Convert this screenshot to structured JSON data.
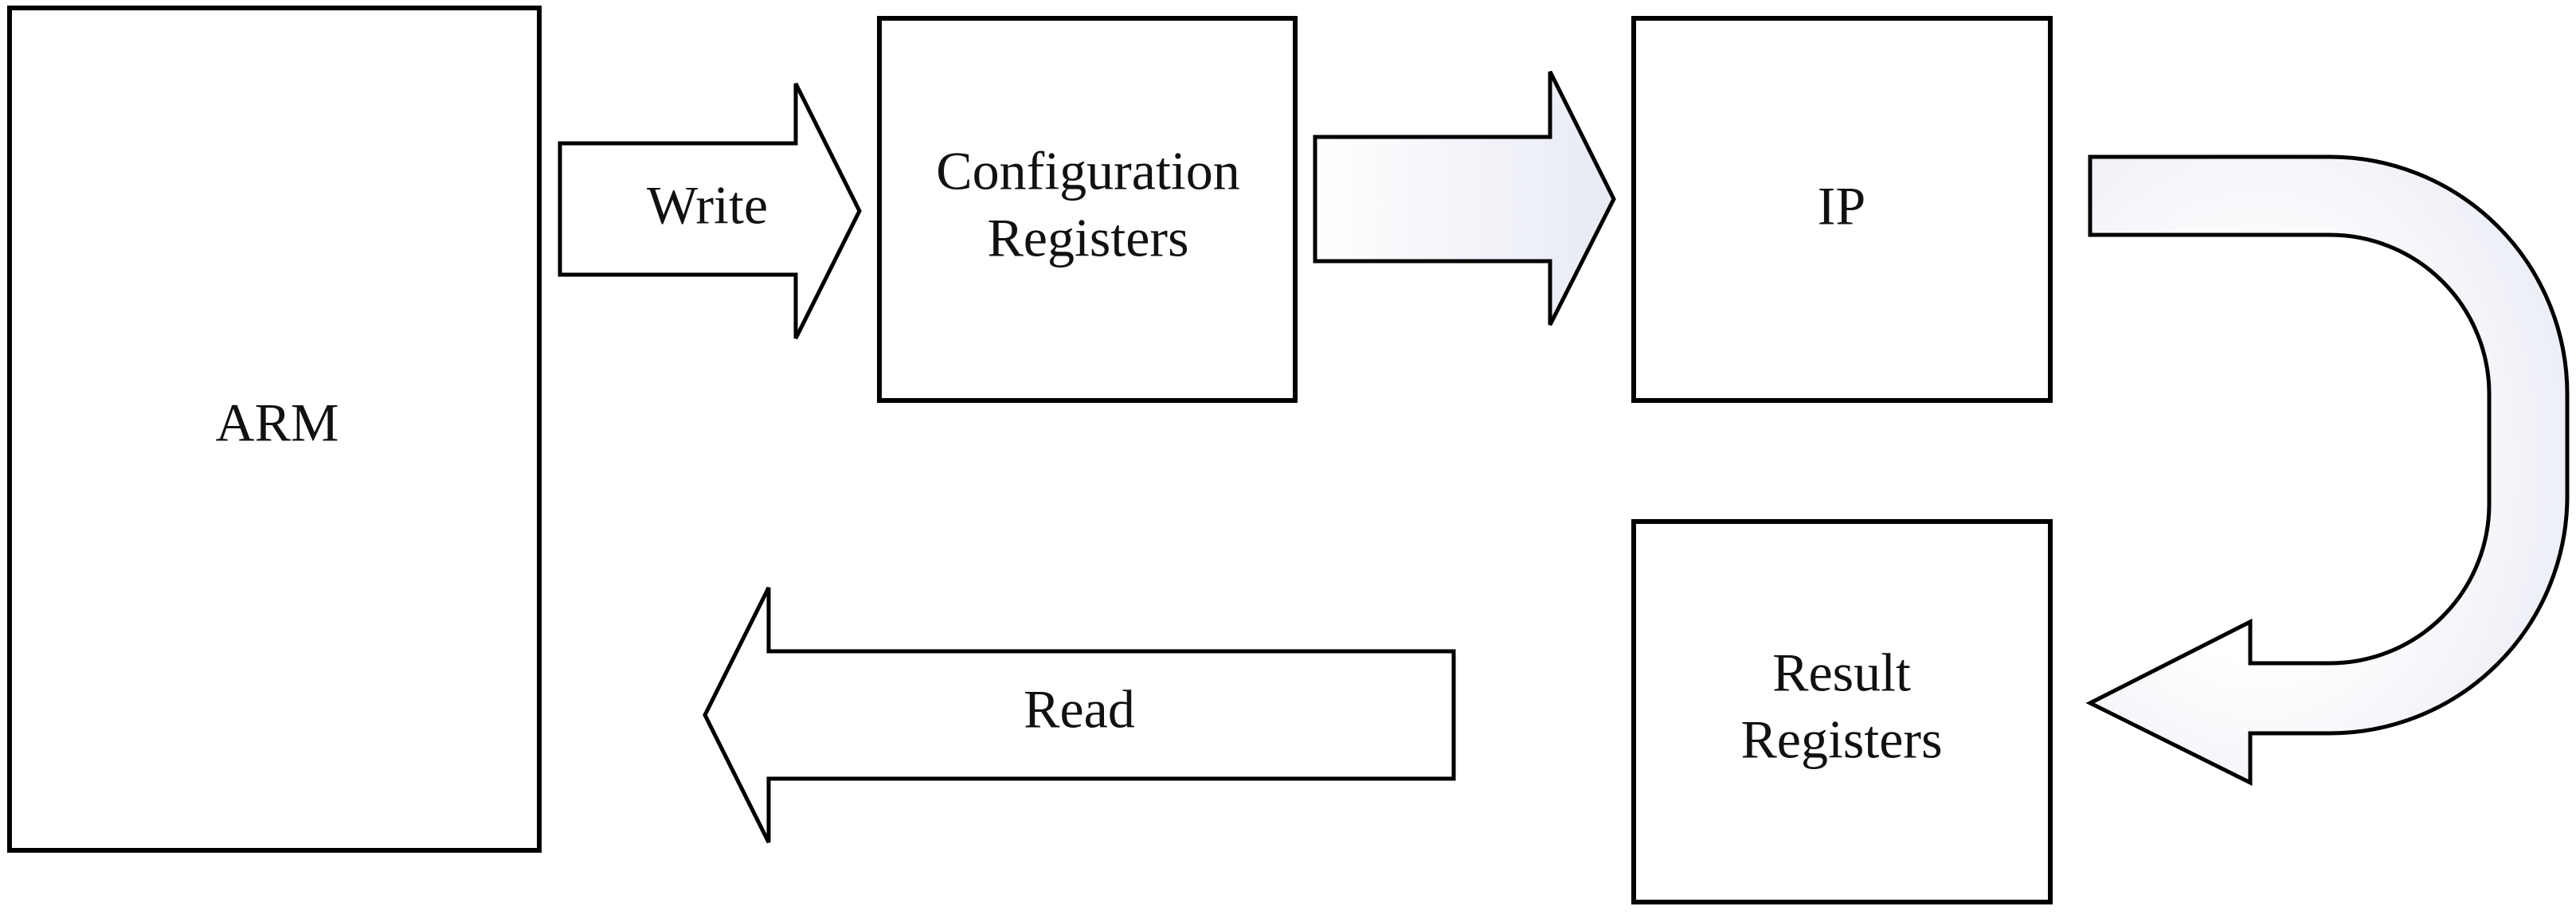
{
  "blocks": {
    "arm": "ARM",
    "config_line1": "Configuration",
    "config_line2": "Registers",
    "ip": "IP",
    "result_line1": "Result",
    "result_line2": "Registers"
  },
  "arrows": {
    "write": "Write",
    "read": "Read"
  },
  "colors": {
    "stroke": "#000000",
    "fill": "#ffffff",
    "gradient_tint": "#e8eaf4"
  }
}
